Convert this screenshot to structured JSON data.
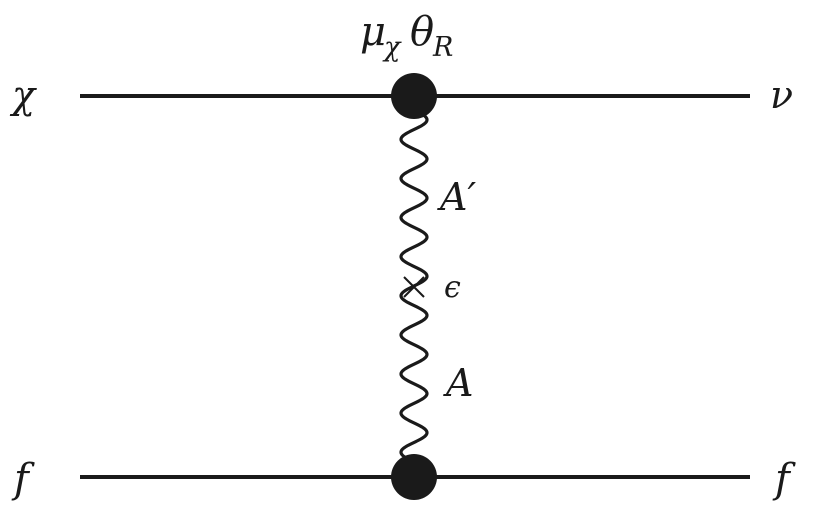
{
  "diagram": {
    "particles": {
      "top_left": "χ",
      "top_right": "ν",
      "bottom_left": "f",
      "bottom_right": "f"
    },
    "vertex_label": {
      "main": "μ",
      "sub": "χ",
      "theta": "θ",
      "theta_sub": "R"
    },
    "propagator": {
      "upper": "A′",
      "mixing": "ϵ",
      "lower": "A"
    },
    "colors": {
      "ink": "#1a1a1a",
      "background": "#ffffff"
    }
  }
}
